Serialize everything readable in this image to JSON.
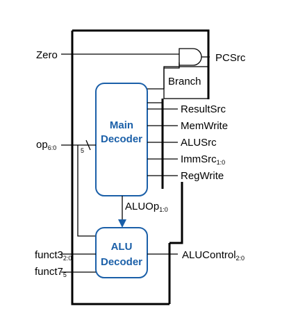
{
  "inputs": {
    "zero": "Zero",
    "op": "op",
    "op_sub": "6:0",
    "funct3": "funct3",
    "funct3_sub": "2:0",
    "funct7": "funct7",
    "funct7_sub": "5"
  },
  "bus_width_label": "5",
  "main_decoder": {
    "line1": "Main",
    "line2": "Decoder"
  },
  "alu_decoder": {
    "line1": "ALU",
    "line2": "Decoder"
  },
  "aluop": {
    "label": "ALUOp",
    "sub": "1:0"
  },
  "outputs": {
    "pcsrc": "PCSrc",
    "branch": "Branch",
    "resultsrc": "ResultSrc",
    "memwrite": "MemWrite",
    "alusrc": "ALUSrc",
    "immsrc": "ImmSrc",
    "immsrc_sub": "1:0",
    "regwrite": "RegWrite",
    "alucontrol": "ALUControl",
    "alucontrol_sub": "2:0"
  },
  "colors": {
    "box_stroke": "#1a5fa8",
    "box_text": "#1a5fa8",
    "wire": "#000000"
  }
}
